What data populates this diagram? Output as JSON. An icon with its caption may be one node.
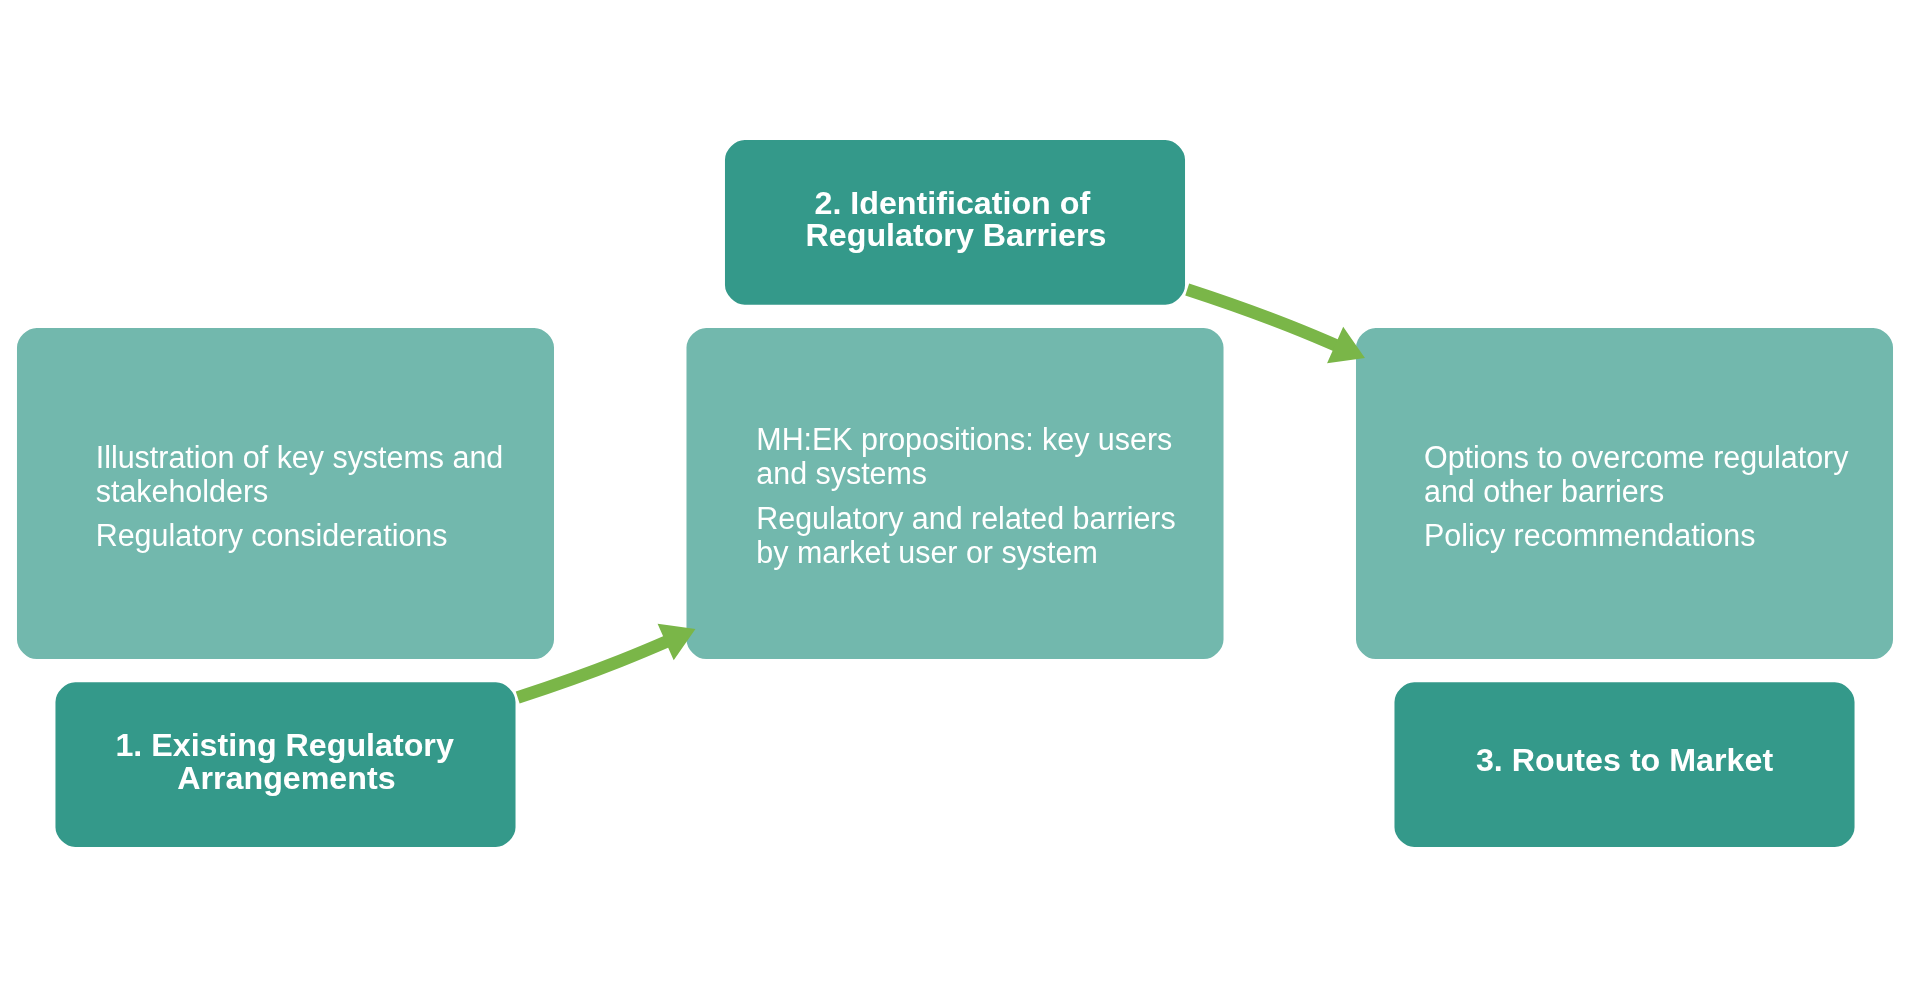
{
  "diagram": {
    "nodes": [
      {
        "text": [
          "Illustration of key systems and stakeholders",
          "Regulatory considerations"
        ]
      },
      {
        "text": [
          "1. Existing Regulatory Arrangements"
        ]
      },
      {
        "text": [
          "2. Identification of Regulatory Barriers"
        ]
      },
      {
        "text": [
          "MH:EK propositions: key users and systems",
          "Regulatory and related barriers by market user or system"
        ]
      },
      {
        "text": [
          "Options to overcome regulatory and other barriers",
          "Policy recommendations"
        ]
      },
      {
        "text": [
          "3. Routes to Market"
        ]
      }
    ],
    "edges": [
      {
        "from": 1,
        "to": 3,
        "arrow": "to"
      },
      {
        "from": 2,
        "to": 4,
        "arrow": "to"
      }
    ]
  }
}
